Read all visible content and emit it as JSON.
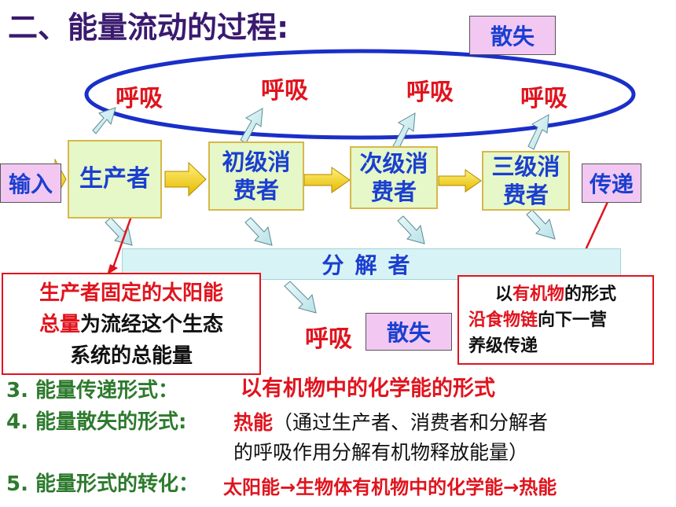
{
  "title": "二、能量流动的过程:",
  "labels": {
    "sanshi_top": "散失",
    "sanshi_bottom": "散失",
    "huxi": "呼吸",
    "shuru": "输入",
    "chuandi": "传递"
  },
  "nodes": {
    "producer": "生产者",
    "primary_1": "初级消",
    "primary_2": "费者",
    "secondary_1": "次级消",
    "secondary_2": "费者",
    "tertiary_1": "三级消",
    "tertiary_2": "费者",
    "decomposer": "分解者"
  },
  "notes": {
    "left": {
      "line1": "生产者固定的太阳能",
      "line2_red": "总量",
      "line2_rest": "为流经这个生态",
      "line3": "系统的总能量"
    },
    "right": {
      "line1_pre": "以",
      "line1_red": "有机物",
      "line1_post": "的形式",
      "line2_red": "沿食物链",
      "line2_post": "向下一营",
      "line3": "养级传递"
    }
  },
  "points": {
    "p3_label": "3. 能量传递形式：",
    "p3_value": "以有机物中的化学能的形式",
    "p4_label": "4. 能量散失的形式:",
    "p4_value_red": "热能",
    "p4_value_rest": "（通过生产者、消费者和分解者",
    "p4_value_line2": "的呼吸作用分解有机物释放能量）",
    "p5_label": "5. 能量形式的转化：",
    "p5_value": "太阳能→生物体有机物中的化学能→热能"
  },
  "colors": {
    "title": "#3a1a6e",
    "node_text": "#1a3fd0",
    "accent_red": "#e0141e",
    "points_green": "#2d7a2d",
    "ellipse": "#1a2fc8",
    "flow_arrow": "#f5c400"
  }
}
